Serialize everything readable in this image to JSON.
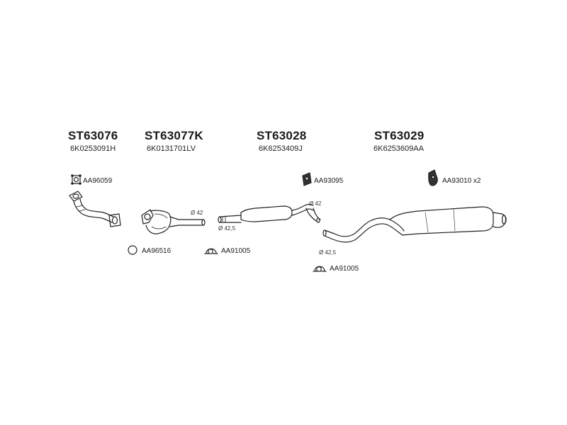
{
  "assemblies": [
    {
      "part_number": "ST63076",
      "oem_number": "6K0253091H"
    },
    {
      "part_number": "ST63077K",
      "oem_number": "6K0131701LV"
    },
    {
      "part_number": "ST63028",
      "oem_number": "6K6253409J"
    },
    {
      "part_number": "ST63029",
      "oem_number": "6K6253609AA"
    }
  ],
  "accessories": {
    "gasket": "AA96059",
    "ring": "AA96516",
    "clamp_1": "AA91005",
    "hanger_1": "AA93095",
    "clamp_2": "AA91005",
    "hanger_2": "AA93010 x2"
  },
  "dimensions": {
    "cat_outlet": "Ø 42",
    "mid_inlet": "Ø 42,5",
    "mid_outlet": "Ø 42",
    "rear_inlet": "Ø 42,5"
  }
}
